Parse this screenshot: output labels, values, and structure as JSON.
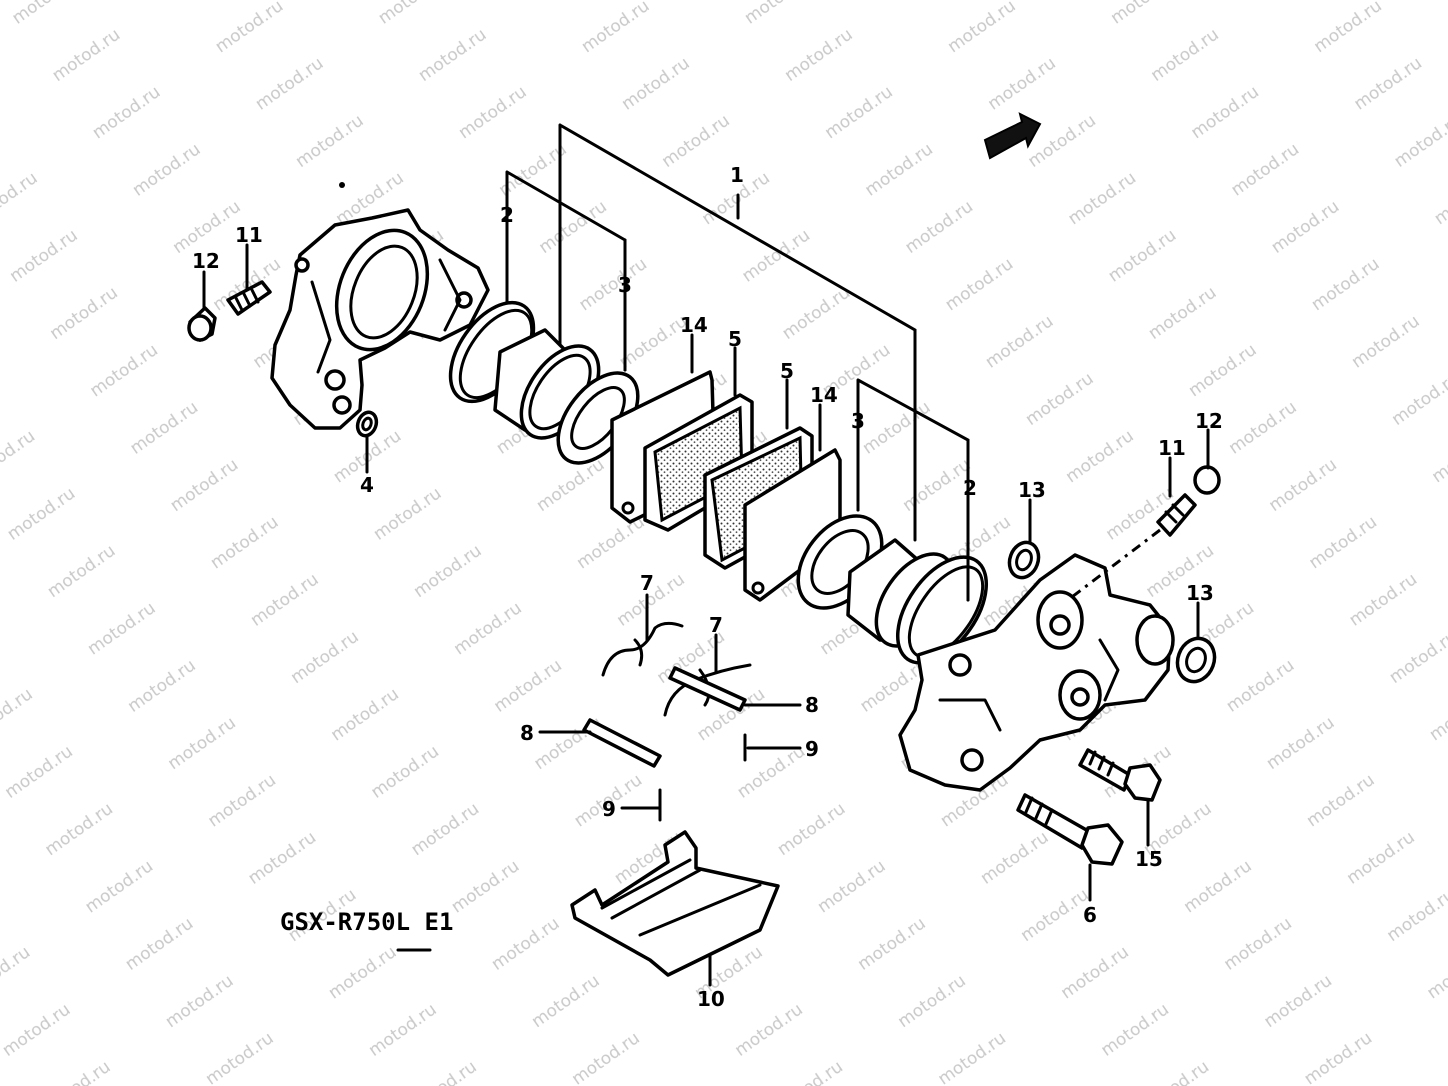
{
  "model_label": "GSX-R750L E1",
  "watermark": "motod.ru",
  "callouts": {
    "c1": "1",
    "c2_left": "2",
    "c2_right": "2",
    "c3_left": "3",
    "c3_right": "3",
    "c4": "4",
    "c5_left": "5",
    "c5_right": "5",
    "c6": "6",
    "c7_left": "7",
    "c7_right": "7",
    "c8_left": "8",
    "c8_right": "8",
    "c9_left": "9",
    "c9_right": "9",
    "c10": "10",
    "c11_left": "11",
    "c11_right": "11",
    "c12_left": "12",
    "c12_right": "12",
    "c13_top": "13",
    "c13_right": "13",
    "c14_left": "14",
    "c14_right": "14",
    "c15": "15"
  },
  "icons": {
    "front_arrow": "arrow-right-icon"
  }
}
